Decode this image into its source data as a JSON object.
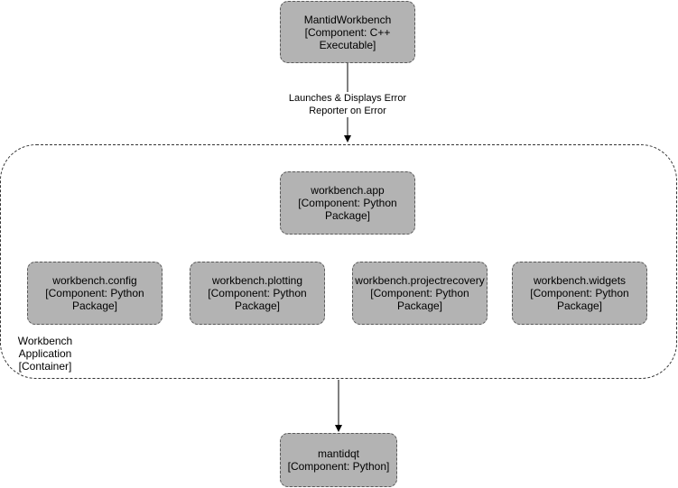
{
  "diagram": {
    "nodes": {
      "mantid_workbench": {
        "title": "MantidWorkbench",
        "type": "[Component: C++ Executable]"
      },
      "workbench_app": {
        "title": "workbench.app",
        "type": "[Component: Python Package]"
      },
      "workbench_config": {
        "title": "workbench.config",
        "type": "[Component: Python Package]"
      },
      "workbench_plotting": {
        "title": "workbench.plotting",
        "type": "[Component: Python Package]"
      },
      "workbench_projectrecovery": {
        "title": "workbench.projectrecovery",
        "type": "[Component: Python Package]"
      },
      "workbench_widgets": {
        "title": "workbench.widgets",
        "type": "[Component: Python Package]"
      },
      "mantidqt": {
        "title": "mantidqt",
        "type": "[Component: Python]"
      }
    },
    "container": {
      "name": "Workbench Application",
      "type": "[Container]"
    },
    "edges": [
      {
        "from": "mantid_workbench",
        "to": "workbench_application",
        "label": "Launches & Displays Error Reporter on Error"
      },
      {
        "from": "workbench_application",
        "to": "mantidqt",
        "label": ""
      }
    ],
    "colors": {
      "node_fill": "#b3b3b3",
      "node_border": "#5a5a5a",
      "edge": "#000000",
      "container_border": "#333333"
    }
  }
}
